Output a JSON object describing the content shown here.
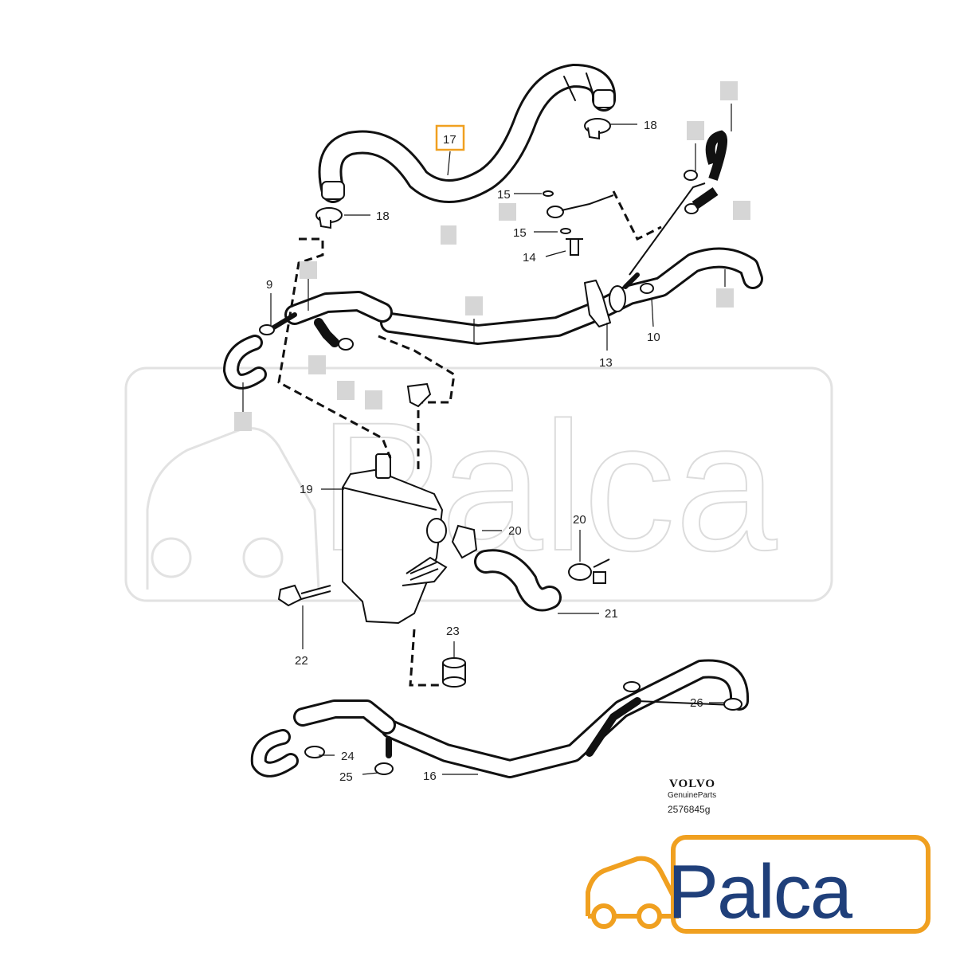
{
  "diagram": {
    "callouts": {
      "p17": "17",
      "p18a": "18",
      "p18b": "18",
      "p15a": "15",
      "p15b": "15",
      "p14": "14",
      "p9": "9",
      "p13": "13",
      "p10": "10",
      "p19": "19",
      "p20a": "20",
      "p20b": "20",
      "p21": "21",
      "p22": "22",
      "p23": "23",
      "p24": "24",
      "p25": "25",
      "p16": "16",
      "p26": "26"
    },
    "highlight_color": "#f0a020"
  },
  "footer": {
    "brand": "VOLVO",
    "subtitle": "GenuineParts",
    "code": "2576845g"
  },
  "logo": {
    "text": "Palca",
    "text_color": "#1f3f7a",
    "accent_color": "#f0a020"
  },
  "watermark": {
    "text": "Palca"
  }
}
